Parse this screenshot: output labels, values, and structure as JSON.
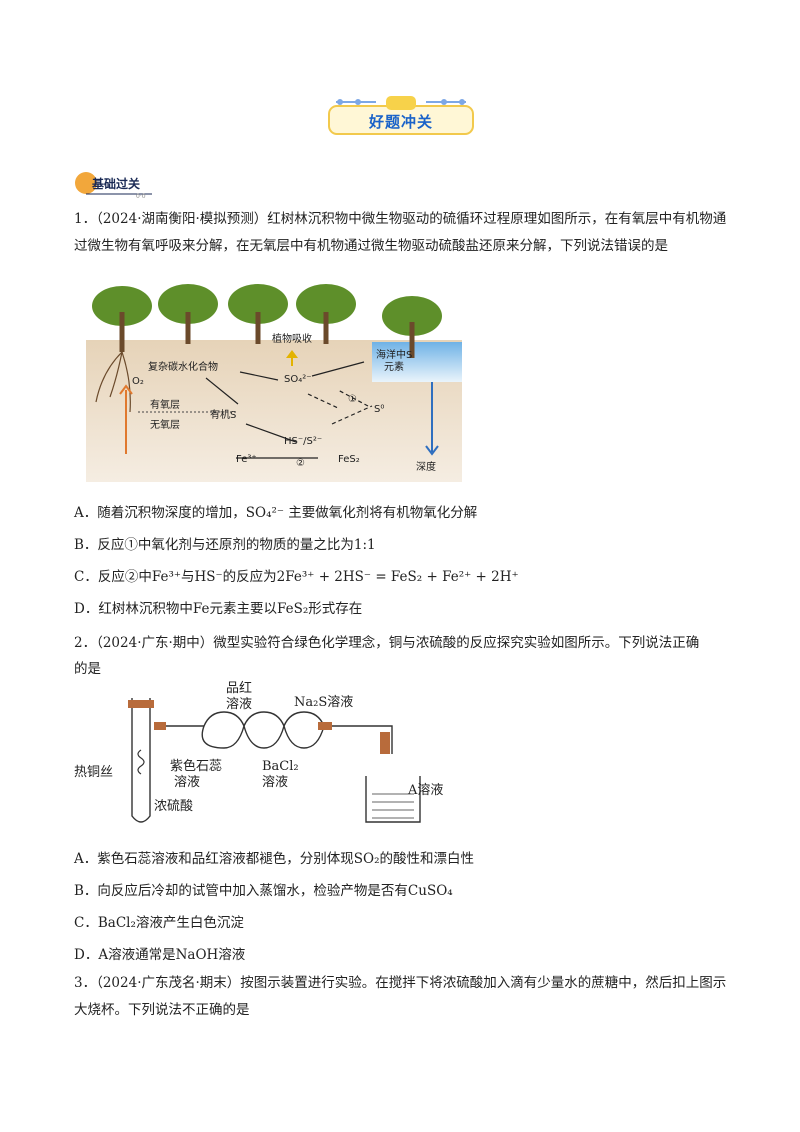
{
  "banner": {
    "title": "好题冲关"
  },
  "section_badge": {
    "label": "基础过关",
    "sub": "0·0"
  },
  "q1": {
    "stem": "1．（2024·湖南衡阳·模拟预测）红树林沉积物中微生物驱动的硫循环过程原理如图所示，在有氧层中有机物通过微生物有氧呼吸来分解，在无氧层中有机物通过微生物驱动硫酸盐还原来分解，下列说法错误的是",
    "figure_labels": {
      "plant": "植物吸收",
      "ocean_s": "海洋中S",
      "element": "元素",
      "complex_carb": "复杂碳水化合物",
      "so4": "SO₄²⁻",
      "o2": "O₂",
      "aerobic": "有氧层",
      "anaerobic": "无氧层",
      "organic_s": "有机S",
      "s0": "S⁰",
      "r1": "①",
      "hs": "HS⁻/S²⁻",
      "fe3": "Fe³⁺",
      "r2": "②",
      "fes2": "FeS₂",
      "depth": "深度"
    },
    "options": [
      {
        "letter": "A．",
        "text_a": "随着沉积物深度的增加，",
        "formula": "SO₄²⁻",
        "text_b": " 主要做氧化剂将有机物氧化分解"
      },
      {
        "letter": "B．",
        "text_a": "反应①中氧化剂与还原剂的物质的量之比为",
        "formula": "1:1",
        "text_b": ""
      },
      {
        "letter": "C．",
        "text_a": "反应②中Fe³⁺与HS⁻的反应为",
        "formula": "2Fe³⁺ + 2HS⁻ = FeS₂ + Fe²⁺ + 2H⁺",
        "text_b": ""
      },
      {
        "letter": "D．",
        "text_a": "红树林沉积物中",
        "formula": "Fe",
        "text_b": "元素主要以FeS₂形式存在"
      }
    ]
  },
  "q2": {
    "stem_1": "2．（2024·广东·期中）微型实验符合绿色化学理念，铜与浓硫酸的反应探究实验如图所示。下列说法正确",
    "stem_2": "的是",
    "figure_labels": {
      "pinhong": "品红",
      "pinhong2": "溶液",
      "na2s": "Na₂S溶液",
      "hot_cu": "热铜丝",
      "litmus": "紫色石蕊",
      "litmus2": "溶液",
      "bacl2": "BaCl₂",
      "bacl2b": "溶液",
      "conc": "浓硫酸",
      "a_sol": "A溶液"
    },
    "options": [
      {
        "letter": "A．",
        "text_a": "紫色石蕊溶液和品红溶液都褪色，分别体现",
        "formula": "SO₂",
        "text_b": "的酸性和漂白性"
      },
      {
        "letter": "B．",
        "text_a": "向反应后冷却的试管中加入蒸馏水，检验产物是否有",
        "formula": "CuSO₄",
        "text_b": ""
      },
      {
        "letter": "C．",
        "text_a": "",
        "formula": "BaCl₂",
        "text_b": "溶液产生白色沉淀"
      },
      {
        "letter": "D．",
        "text_a": "A溶液通常是",
        "formula": "NaOH",
        "text_b": "溶液"
      }
    ]
  },
  "q3": {
    "stem": "3．（2024·广东茂名·期末）按图示装置进行实验。在搅拌下将浓硫酸加入滴有少量水的蔗糖中，然后扣上图示大烧杯。下列说法不正确的是"
  }
}
